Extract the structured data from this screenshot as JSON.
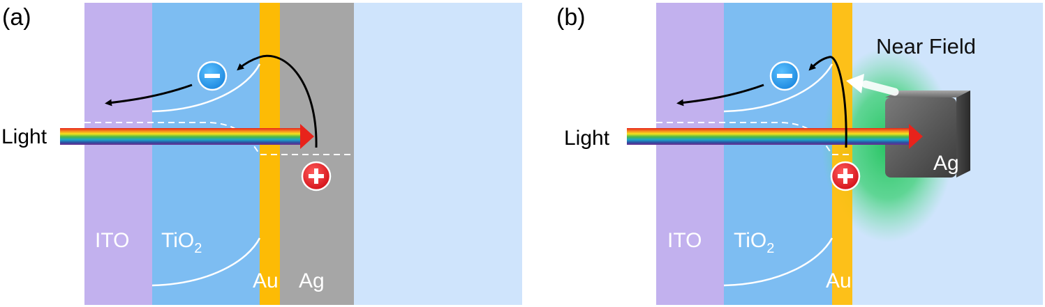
{
  "panels": [
    {
      "label": "(a)",
      "light_label": "Light",
      "layers": {
        "ito": "ITO",
        "tio2_main": "TiO",
        "tio2_sub": "2",
        "au": "Au",
        "ag": "Ag"
      }
    },
    {
      "label": "(b)",
      "light_label": "Light",
      "near_field_label": "Near Field",
      "layers": {
        "ito": "ITO",
        "tio2_main": "TiO",
        "tio2_sub": "2",
        "au": "Au",
        "ag_cube": "Ag"
      }
    }
  ],
  "colors": {
    "ito": "#c2b1ee",
    "tio2": "#7dbdf2",
    "au": "#fdbb05",
    "ag": "#a6a6a6",
    "substrate": "#cfe4fc",
    "electron": "#2a9cf0",
    "hole": "#ee1c24",
    "near_field": "#1fc25a"
  },
  "icons": {
    "electron": "minus-charge-icon",
    "hole": "plus-charge-icon"
  }
}
